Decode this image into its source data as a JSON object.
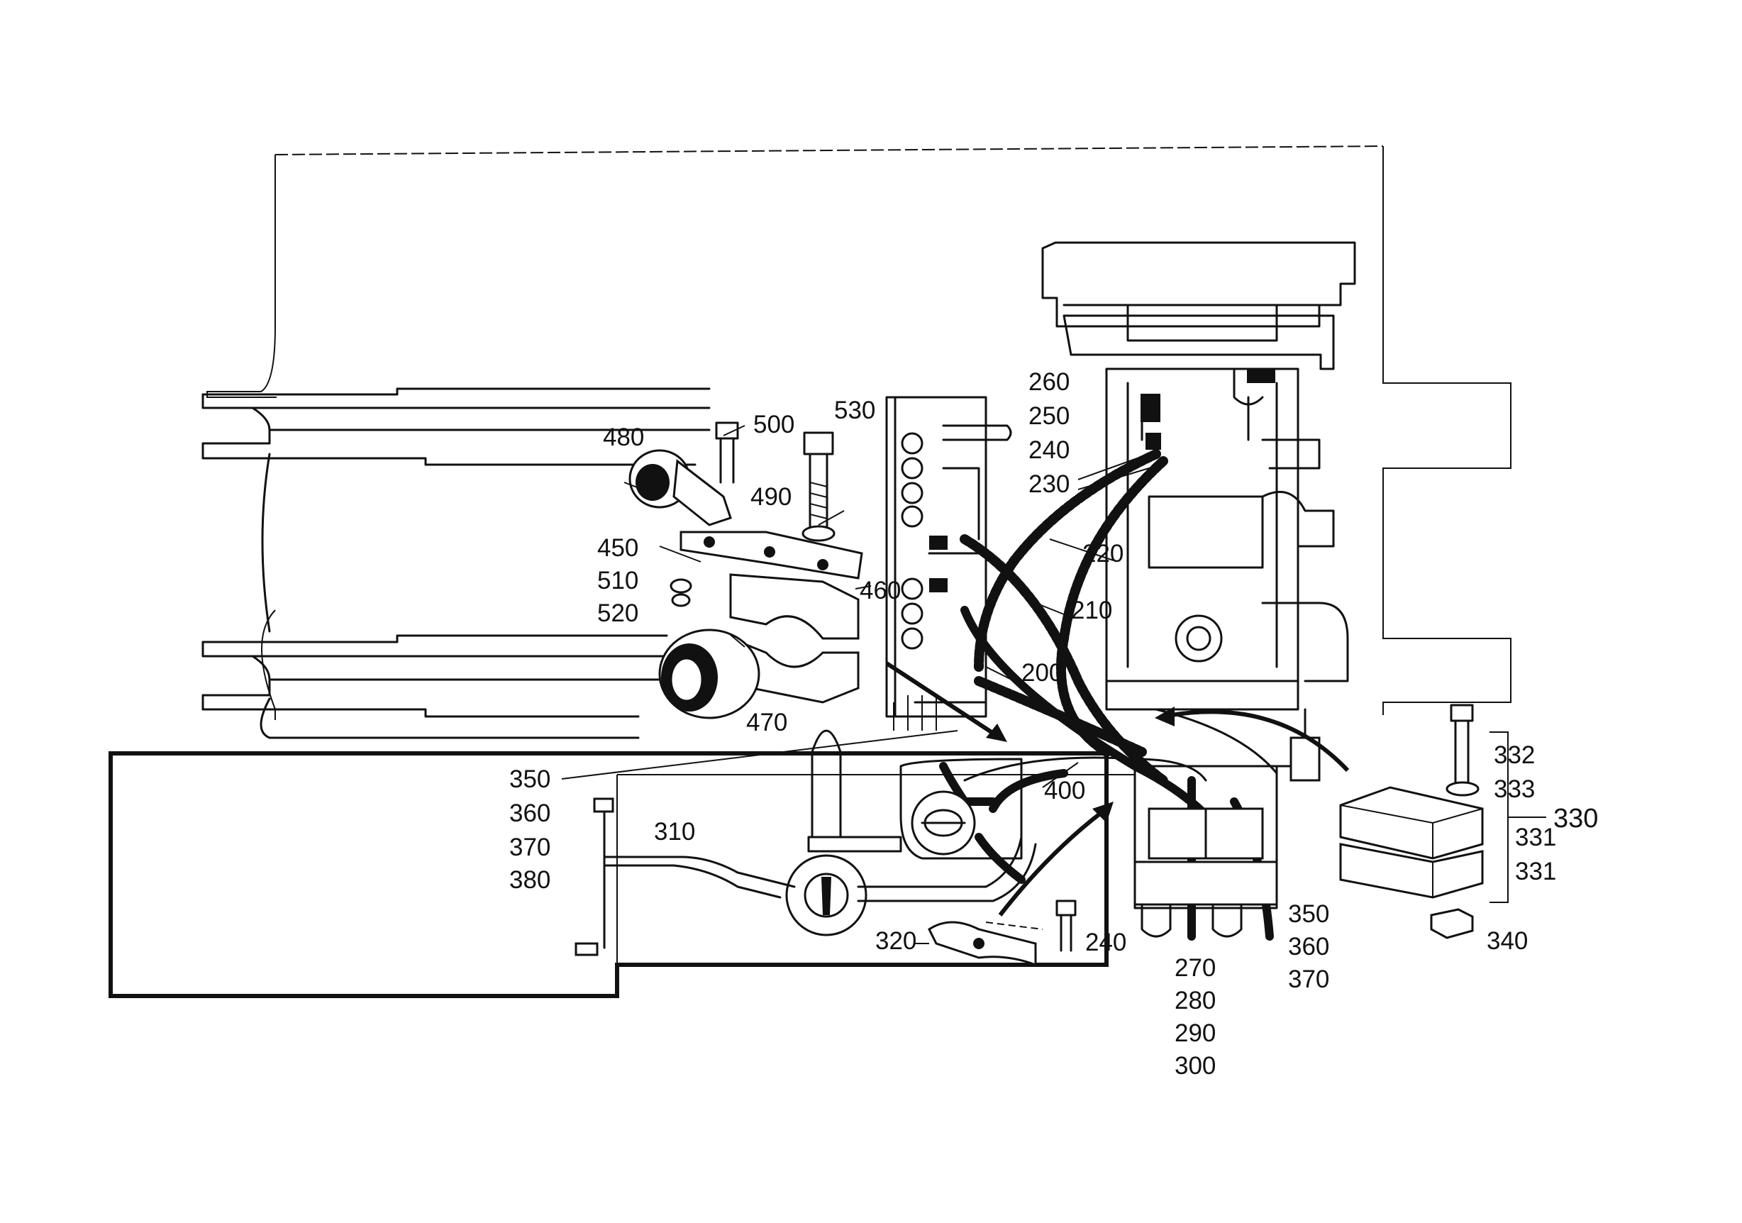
{
  "labels": {
    "l200": "200",
    "l210": "210",
    "l220": "220",
    "l230": "230",
    "l240a": "240",
    "l250": "250",
    "l260": "260",
    "l240b": "240",
    "l270": "270",
    "l280": "280",
    "l290": "290",
    "l300": "300",
    "l310": "310",
    "l320": "320",
    "l330": "330",
    "l331a": "331",
    "l331b": "331",
    "l332": "332",
    "l333": "333",
    "l340": "340",
    "l350a": "350",
    "l360a": "360",
    "l370a": "370",
    "l380": "380",
    "l350b": "350",
    "l360b": "360",
    "l370b": "370",
    "l400": "400",
    "l450": "450",
    "l460": "460",
    "l470": "470",
    "l480": "480",
    "l490": "490",
    "l500": "500",
    "l510": "510",
    "l520": "520",
    "l530": "530"
  }
}
